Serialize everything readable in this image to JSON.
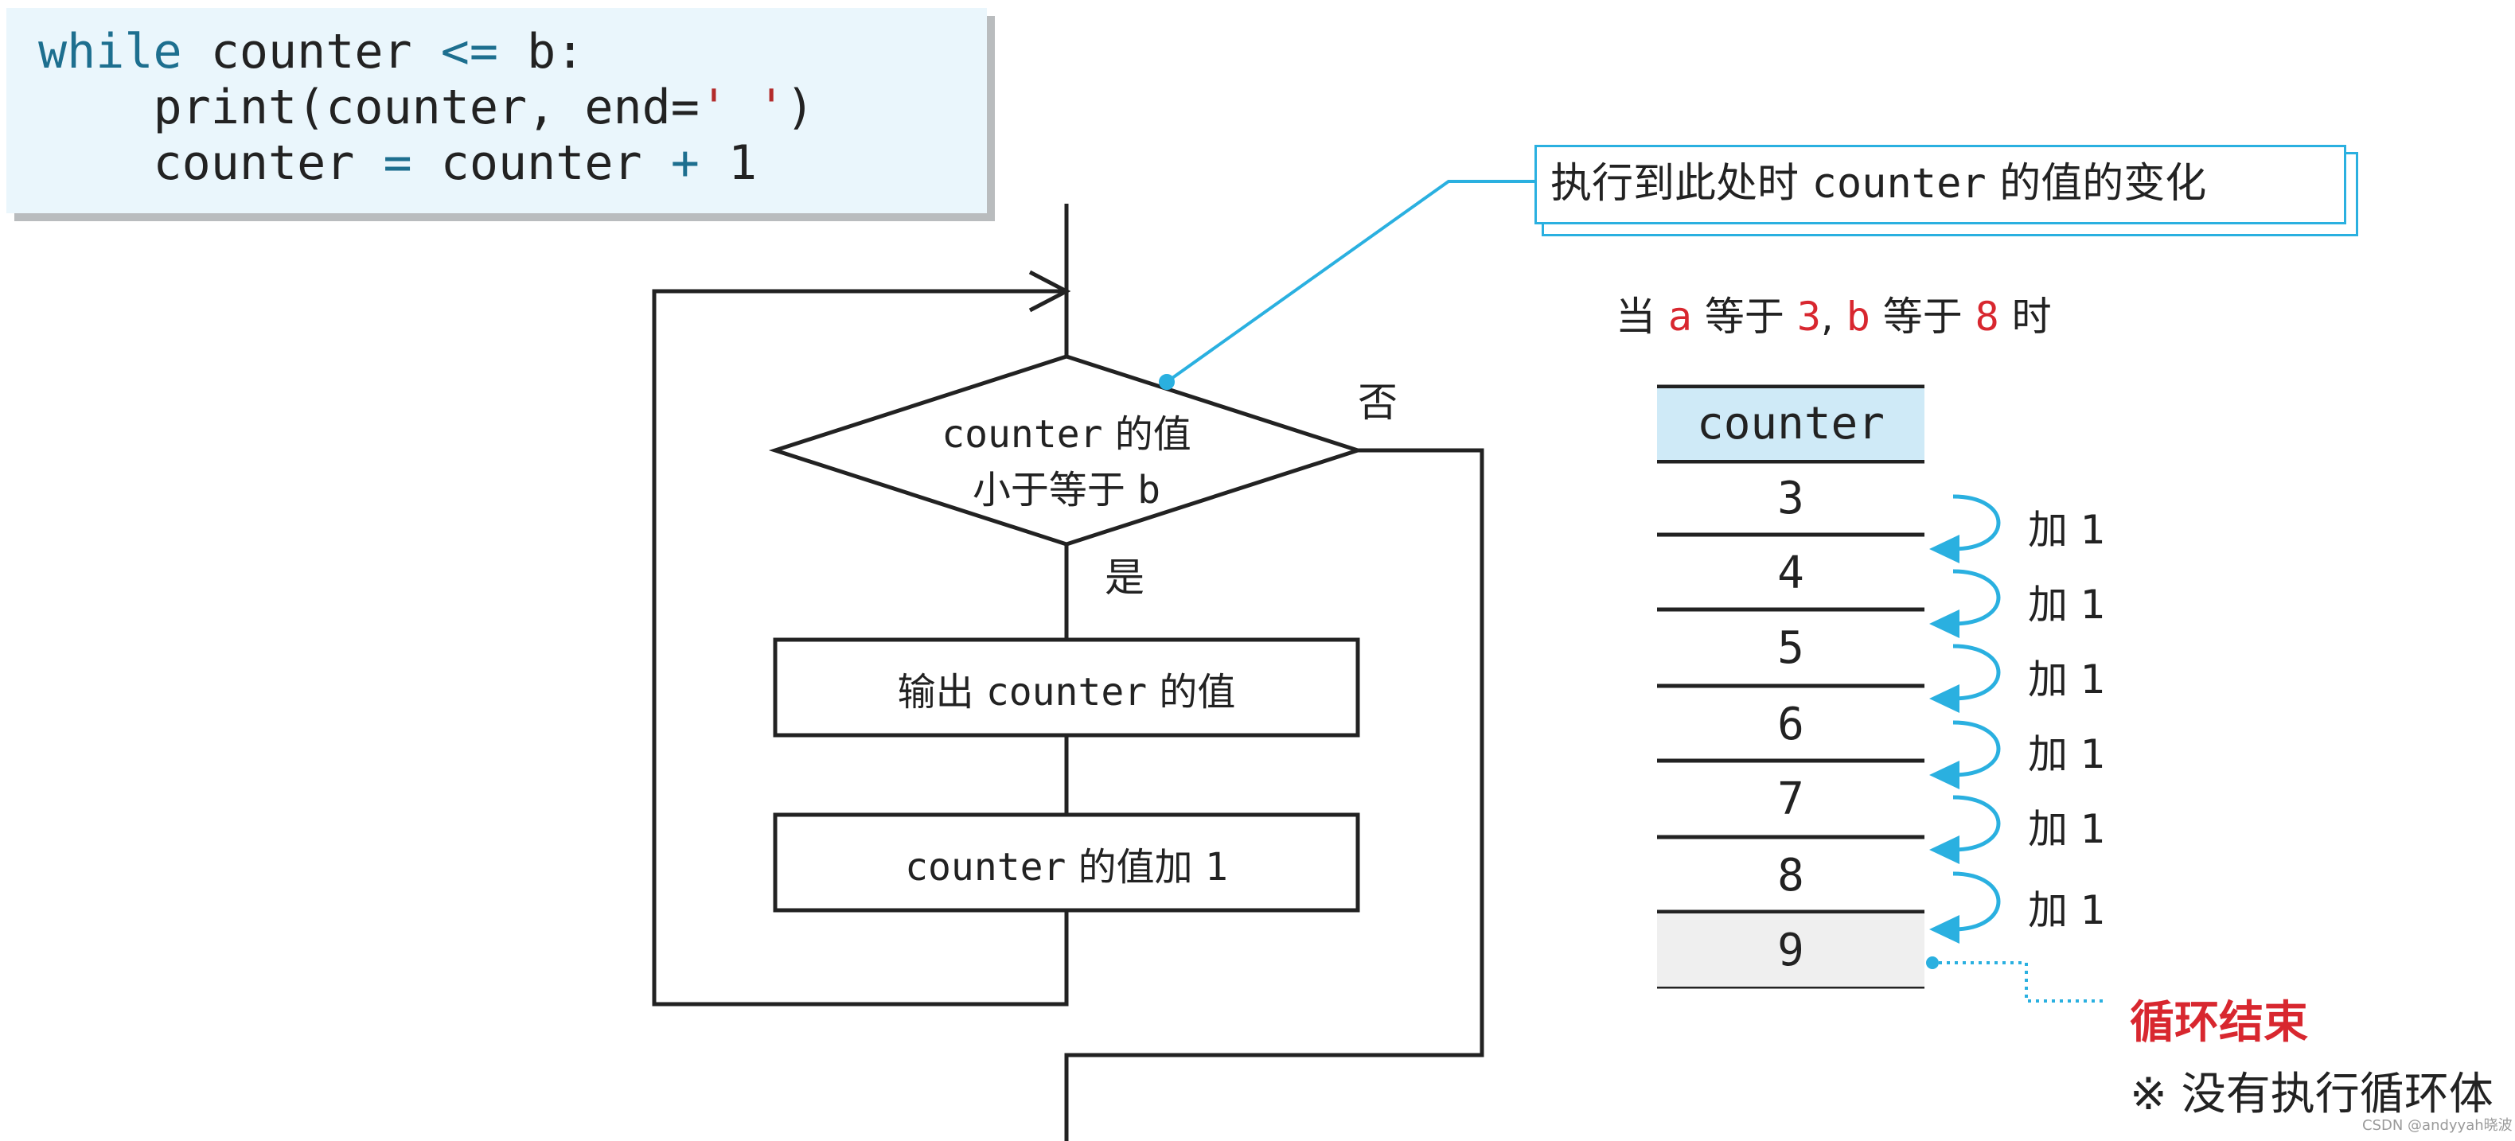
{
  "code": {
    "line1_kw": "while",
    "line1_rest": " counter ",
    "line1_op": "<=",
    "line1_tail": " b:",
    "line2_func": "    print",
    "line2_args": "(counter, end=",
    "line2_str": "' '",
    "line2_close": ")",
    "line3_a": "    counter ",
    "line3_eq": "=",
    "line3_b": " counter ",
    "line3_plus": "+",
    "line3_c": " 1"
  },
  "callout": {
    "prefix": "执行到此处时 ",
    "var": "counter",
    "suffix": " 的值的变化"
  },
  "condition": {
    "t1": "当 ",
    "a": "a",
    "t2": " 等于 ",
    "a_val": "3",
    "t3": ", ",
    "b": "b",
    "t4": " 等于 ",
    "b_val": "8",
    "t5": " 时"
  },
  "flowchart": {
    "decision_var": "counter",
    "decision_line1": " 的值",
    "decision_line2_prefix": "小于等于 ",
    "decision_line2_var": "b",
    "no_label": "否",
    "yes_label": "是",
    "box1_prefix": "输出 ",
    "box1_var": "counter",
    "box1_suffix": " 的值",
    "box2_var": "counter",
    "box2_suffix": " 的值加 ",
    "box2_num": "1"
  },
  "table": {
    "header": "counter",
    "values": [
      "3",
      "4",
      "5",
      "6",
      "7",
      "8",
      "9"
    ],
    "increment_label": "加 1"
  },
  "end_note": {
    "title": "循环结束",
    "note": "※ 没有执行循环体"
  },
  "watermark": "CSDN @andyyah晓波",
  "colors": {
    "accent_blue": "#2ab0e0",
    "red": "#d8272f",
    "code_bg": "#eaf6fc",
    "header_bg": "#cfeaf7"
  }
}
